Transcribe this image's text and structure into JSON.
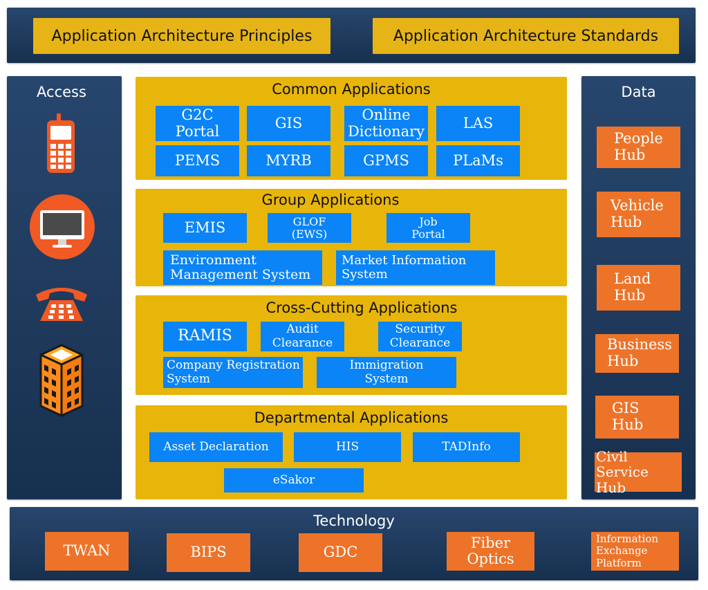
{
  "principles": {
    "architecture_principles": "Application Architecture Principles",
    "architecture_standards": "Application Architecture Standards"
  },
  "access": {
    "title": "Access",
    "icons": [
      "mobile-phone-icon",
      "desktop-monitor-icon",
      "telephone-icon",
      "office-building-icon"
    ]
  },
  "common": {
    "title": "Common Applications",
    "apps": [
      "G2C\nPortal",
      "GIS",
      "Online\nDictionary",
      "LAS",
      "PEMS",
      "MYRB",
      "GPMS",
      "PLaMs"
    ]
  },
  "group": {
    "title": "Group Applications",
    "apps": [
      "EMIS",
      "GLOF\n(EWS)",
      "Job\nPortal",
      "Environment\nManagement System",
      "Market Information\nSystem"
    ]
  },
  "cross": {
    "title": "Cross-Cutting Applications",
    "apps": [
      "RAMIS",
      "Audit\nClearance",
      "Security\nClearance",
      "Company Registration\nSystem",
      "Immigration\nSystem"
    ]
  },
  "departmental": {
    "title": "Departmental Applications",
    "apps": [
      "Asset Declaration",
      "HIS",
      "TADInfo",
      "eSakor"
    ]
  },
  "data": {
    "title": "Data",
    "hubs": [
      "People\nHub",
      "Vehicle\nHub",
      "Land\nHub",
      "Business\nHub",
      "GIS\nHub",
      "Civil Service\nHub"
    ]
  },
  "technology": {
    "title": "Technology",
    "items": [
      "TWAN",
      "BIPS",
      "GDC",
      "Fiber\nOptics",
      "Information\nExchange\nPlatform"
    ]
  },
  "colors": {
    "navy_panel": "#1f3a5c",
    "gold": "#e8b50a",
    "app_blue": "#0a84f6",
    "hub_orange": "#ed7329"
  }
}
